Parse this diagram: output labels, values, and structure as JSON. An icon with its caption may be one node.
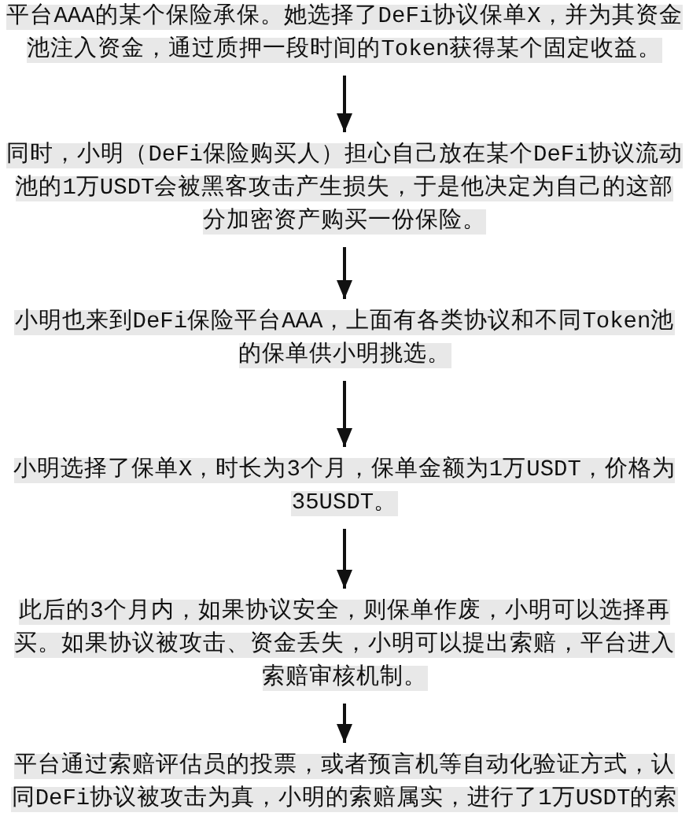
{
  "diagram": {
    "nodes": [
      {
        "text": [
          "平台AAA的某个保险承保。她选择了DeFi协议保单X，并为其资金池注入资金，通过质押一段时间的Token获得某个固定收益。"
        ]
      },
      {
        "text": [
          "同时，小明（DeFi保险购买人）担心自己放在某个DeFi协议流动池的1万USDT会被黑客攻击产生损失，于是他决定为自己的这部分加密资产购买一份保险。"
        ]
      },
      {
        "text": [
          "小明也来到DeFi保险平台AAA，上面有各类协议和不同Token池的保单供小明挑选。"
        ]
      },
      {
        "text": [
          "小明选择了保单X，时长为3个月，保单金额为1万USDT，价格为35USDT。"
        ]
      },
      {
        "text": [
          "此后的3个月内，如果协议安全，则保单作废，小明可以选择再买。如果协议被攻击、资金丢失，小明可以提出索赔，平台进入索赔审核机制。"
        ]
      },
      {
        "text": [
          "平台通过索赔评估员的投票，或者预言机等自动化验证方式，认同DeFi协议被攻击为真，小明的索赔属实，进行了1万USDT的索"
        ]
      }
    ],
    "edges": [
      {
        "from": 0,
        "to": 1,
        "arrow": "to"
      },
      {
        "from": 1,
        "to": 2,
        "arrow": "to"
      },
      {
        "from": 2,
        "to": 3,
        "arrow": "to"
      },
      {
        "from": 3,
        "to": 4,
        "arrow": "to"
      },
      {
        "from": 4,
        "to": 5,
        "arrow": "to"
      }
    ]
  }
}
